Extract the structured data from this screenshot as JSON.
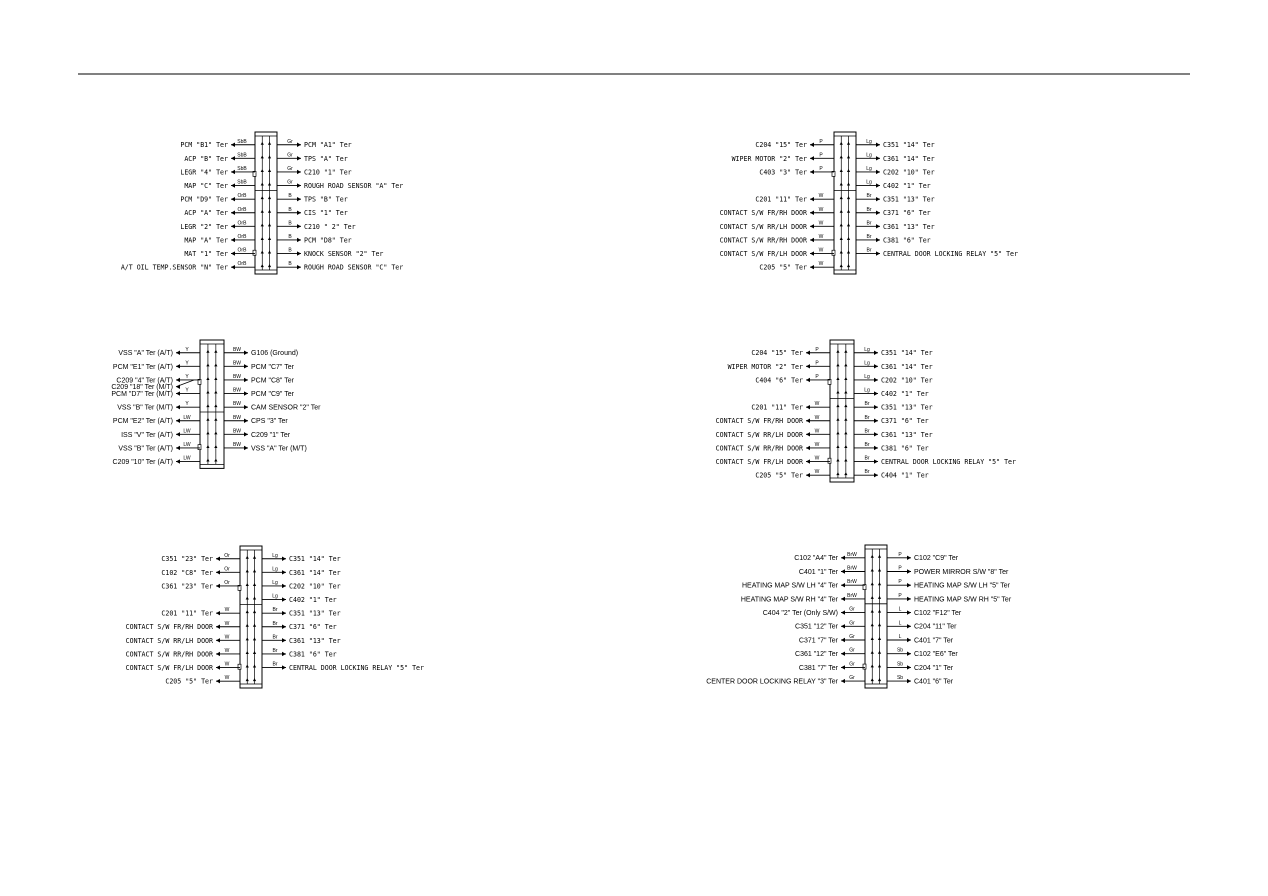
{
  "blocks": [
    {
      "id": "top-left",
      "style": "mono",
      "rows": [
        {
          "left": "PCM \"B1\" Ter",
          "lc": "SbB",
          "rc": "Gr",
          "right": "PCM \"A1\" Ter"
        },
        {
          "left": "ACP \"B\" Ter",
          "lc": "SbB",
          "rc": "Gr",
          "right": "TPS \"A\" Ter"
        },
        {
          "left": "LEGR \"4\" Ter",
          "lc": "SbB",
          "rc": "Gr",
          "right": "C210 \"1\" Ter"
        },
        {
          "left": "MAP \"C\" Ter",
          "lc": "SbB",
          "rc": "Gr",
          "right": "ROUGH ROAD SENSOR \"A\" Ter"
        },
        {
          "left": "PCM \"D9\" Ter",
          "lc": "OrB",
          "rc": "B",
          "right": "TPS \"B\" Ter"
        },
        {
          "left": "ACP \"A\" Ter",
          "lc": "OrB",
          "rc": "B",
          "right": "CIS \"1\" Ter"
        },
        {
          "left": "LEGR \"2\" Ter",
          "lc": "OrB",
          "rc": "B",
          "right": "C210 \" 2\" Ter"
        },
        {
          "left": "MAP \"A\" Ter",
          "lc": "OrB",
          "rc": "B",
          "right": "PCM \"D8\" Ter"
        },
        {
          "left": "MAT \"1\" Ter",
          "lc": "OrB",
          "rc": "B",
          "right": "KNOCK SENSOR \"2\" Ter"
        },
        {
          "left": "A/T OIL TEMP.SENSOR \"N\" Ter",
          "lc": "OrB",
          "rc": "B",
          "right": "ROUGH ROAD SENSOR \"C\" Ter"
        }
      ]
    },
    {
      "id": "top-right",
      "style": "mono",
      "rows": [
        {
          "left": "C204 \"15\" Ter",
          "lc": "P",
          "rc": "Lg",
          "right": "C351 \"14\" Ter"
        },
        {
          "left": "WIPER MOTOR \"2\" Ter",
          "lc": "P",
          "rc": "Lg",
          "right": "C361 \"14\" Ter"
        },
        {
          "left": "C403 \"3\" Ter",
          "lc": "P",
          "rc": "Lg",
          "right": "C202 \"10\" Ter"
        },
        {
          "left": "",
          "lc": "",
          "rc": "Lg",
          "right": "C402 \"1\" Ter"
        },
        {
          "left": "C201 \"11\" Ter",
          "lc": "W",
          "rc": "Br",
          "right": "C351 \"13\" Ter"
        },
        {
          "left": "CONTACT S/W FR/RH DOOR",
          "lc": "W",
          "rc": "Br",
          "right": "C371 \"6\" Ter"
        },
        {
          "left": "CONTACT S/W RR/LH DOOR",
          "lc": "W",
          "rc": "Br",
          "right": "C361 \"13\" Ter"
        },
        {
          "left": "CONTACT S/W RR/RH DOOR",
          "lc": "W",
          "rc": "Br",
          "right": "C381 \"6\" Ter"
        },
        {
          "left": "CONTACT S/W FR/LH DOOR",
          "lc": "W",
          "rc": "Br",
          "right": "CENTRAL DOOR LOCKING RELAY \"5\" Ter"
        },
        {
          "left": "C205 \"5\" Ter",
          "lc": "W",
          "rc": "",
          "right": ""
        }
      ]
    },
    {
      "id": "middle-left",
      "style": "sans",
      "rows": [
        {
          "left": "VSS \"A\" Ter (A/T)",
          "lc": "Y",
          "rc": "BW",
          "right": "G106 (Ground)"
        },
        {
          "left": "PCM \"E1\" Ter (A/T)",
          "lc": "Y",
          "rc": "BW",
          "right": "PCM \"C7\" Ter"
        },
        {
          "left": "C209 \"4\" Ter (A/T)",
          "lc": "Y",
          "rc": "BW",
          "right": "PCM \"C8\" Ter"
        },
        {
          "left": "PCM \"D7\" Ter (M/T)",
          "lc": "Y",
          "rc": "BW",
          "right": "PCM \"C9\" Ter"
        },
        {
          "left": "VSS \"B\" Ter (M/T)",
          "lc": "Y",
          "rc": "BW",
          "right": "CAM SENSOR \"2\" Ter"
        },
        {
          "left": "PCM \"E2\" Ter (A/T)",
          "lc": "LW",
          "rc": "BW",
          "right": "CPS \"3\" Ter"
        },
        {
          "left": "ISS \"V\" Ter (A/T)",
          "lc": "LW",
          "rc": "BW",
          "right": "C209 \"1\" Ter"
        },
        {
          "left": "VSS \"B\" Ter (A/T)",
          "lc": "LW",
          "rc": "BW",
          "right": "VSS \"A\" Ter (M/T)"
        },
        {
          "left": "C209 \"10\" Ter (A/T)",
          "lc": "LW",
          "rc": "",
          "right": ""
        }
      ],
      "extra_label": "C209 \"18\" Ter (M/T)"
    },
    {
      "id": "middle-right",
      "style": "mono",
      "rows": [
        {
          "left": "C204 \"15\" Ter",
          "lc": "P",
          "rc": "Lg",
          "right": "C351 \"14\" Ter"
        },
        {
          "left": "WIPER MOTOR \"2\" Ter",
          "lc": "P",
          "rc": "Lg",
          "right": "C361 \"14\" Ter"
        },
        {
          "left": "C404 \"6\" Ter",
          "lc": "P",
          "rc": "Lg",
          "right": "C202 \"10\" Ter"
        },
        {
          "left": "",
          "lc": "",
          "rc": "Lg",
          "right": "C402 \"1\" Ter"
        },
        {
          "left": "C201 \"11\" Ter",
          "lc": "W",
          "rc": "Br",
          "right": "C351 \"13\" Ter"
        },
        {
          "left": "CONTACT S/W FR/RH DOOR",
          "lc": "W",
          "rc": "Br",
          "right": "C371 \"6\" Ter"
        },
        {
          "left": "CONTACT S/W RR/LH DOOR",
          "lc": "W",
          "rc": "Br",
          "right": "C361 \"13\" Ter"
        },
        {
          "left": "CONTACT S/W RR/RH DOOR",
          "lc": "W",
          "rc": "Br",
          "right": "C381 \"6\" Ter"
        },
        {
          "left": "CONTACT S/W FR/LH DOOR",
          "lc": "W",
          "rc": "Br",
          "right": "CENTRAL DOOR LOCKING RELAY \"5\" Ter"
        },
        {
          "left": "C205 \"5\" Ter",
          "lc": "W",
          "rc": "Br",
          "right": "C404 \"1\" Ter"
        }
      ]
    },
    {
      "id": "bottom-left",
      "style": "mono",
      "rows": [
        {
          "left": "C351 \"23\" Ter",
          "lc": "Or",
          "rc": "Lg",
          "right": "C351 \"14\" Ter"
        },
        {
          "left": "C102 \"C8\" Ter",
          "lc": "Or",
          "rc": "Lg",
          "right": "C361 \"14\" Ter"
        },
        {
          "left": "C361 \"23\" Ter",
          "lc": "Or",
          "rc": "Lg",
          "right": "C202 \"10\" Ter"
        },
        {
          "left": "",
          "lc": "",
          "rc": "Lg",
          "right": "C402 \"1\" Ter"
        },
        {
          "left": "C201 \"11\" Ter",
          "lc": "W",
          "rc": "Br",
          "right": "C351 \"13\" Ter"
        },
        {
          "left": "CONTACT S/W FR/RH DOOR",
          "lc": "W",
          "rc": "Br",
          "right": "C371 \"6\" Ter"
        },
        {
          "left": "CONTACT S/W RR/LH DOOR",
          "lc": "W",
          "rc": "Br",
          "right": "C361 \"13\" Ter"
        },
        {
          "left": "CONTACT S/W RR/RH DOOR",
          "lc": "W",
          "rc": "Br",
          "right": "C381 \"6\" Ter"
        },
        {
          "left": "CONTACT S/W FR/LH DOOR",
          "lc": "W",
          "rc": "Br",
          "right": "CENTRAL DOOR LOCKING RELAY \"5\" Ter"
        },
        {
          "left": "C205 \"5\" Ter",
          "lc": "W",
          "rc": "",
          "right": ""
        }
      ]
    },
    {
      "id": "bottom-right",
      "style": "sans",
      "rows": [
        {
          "left": "C102 \"A4\" Ter",
          "lc": "BrW",
          "rc": "P",
          "right": "C102 \"C9\" Ter"
        },
        {
          "left": "C401 \"1\" Ter",
          "lc": "BrW",
          "rc": "P",
          "right": "POWER MIRROR S/W \"8\" Ter"
        },
        {
          "left": "HEATING MAP S/W LH \"4\" Ter",
          "lc": "BrW",
          "rc": "P",
          "right": "HEATING MAP S/W LH \"5\" Ter"
        },
        {
          "left": "HEATING MAP S/W RH \"4\" Ter",
          "lc": "BrW",
          "rc": "P",
          "right": "HEATING MAP S/W RH \"5\" Ter"
        },
        {
          "left": "C404 \"2\" Ter (Only S/W)",
          "lc": "Gr",
          "rc": "L",
          "right": "C102 \"F12\" Ter"
        },
        {
          "left": "C351 \"12\" Ter",
          "lc": "Gr",
          "rc": "L",
          "right": "C204 \"11\" Ter"
        },
        {
          "left": "C371 \"7\" Ter",
          "lc": "Gr",
          "rc": "L",
          "right": "C401 \"7\" Ter"
        },
        {
          "left": "C361 \"12\" Ter",
          "lc": "Gr",
          "rc": "Sb",
          "right": "C102 \"E6\" Ter"
        },
        {
          "left": "C381 \"7\" Ter",
          "lc": "Gr",
          "rc": "Sb",
          "right": "C204 \"1\" Ter"
        },
        {
          "left": "CENTER DOOR LOCKING RELAY \"3\" Ter",
          "lc": "Gr",
          "rc": "Sb",
          "right": "C401 \"6\" Ter"
        }
      ]
    }
  ]
}
